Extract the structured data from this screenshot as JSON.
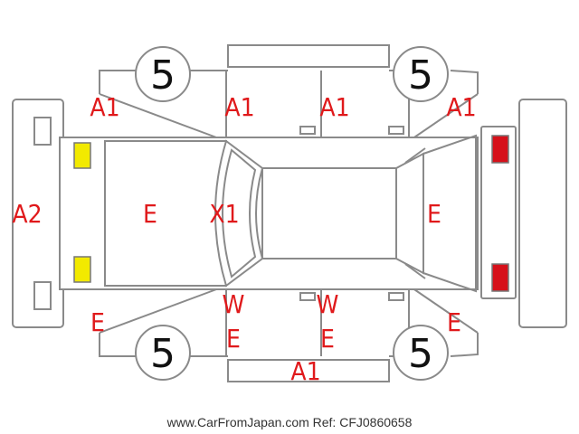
{
  "diagram": {
    "tire_ratings": {
      "front_left": "5",
      "front_right": "5",
      "rear_left": "5",
      "rear_right": "5"
    },
    "damage_codes": {
      "front_left_fender": "A1",
      "front_door_left": "A1",
      "rear_door_left": "A1",
      "rear_quarter_left": "A1",
      "front_bumper": "A2",
      "hood": "E",
      "windshield": "X1",
      "trunk": "E",
      "front_right_fender": "E",
      "front_door_right_top": "W",
      "front_door_right_bottom": "E",
      "rear_door_right_top": "W",
      "rear_door_right_bottom": "E",
      "rear_quarter_right": "E",
      "rocker_right": "A1"
    },
    "colors": {
      "code_color": "#e0191b",
      "headlight_color": "#f2ea00",
      "taillight_color": "#d6101a",
      "outline_color": "#8a8a8a"
    }
  },
  "footer": {
    "watermark": "www.CarFromJapan.com Ref: CFJ0860658"
  }
}
